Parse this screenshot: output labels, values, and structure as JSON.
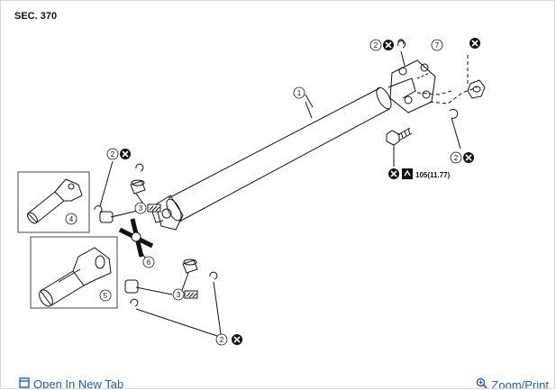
{
  "section_label": "SEC. 370",
  "callouts": {
    "c1": "1",
    "c2a": "2",
    "c2b": "2",
    "c2c": "2",
    "c2d": "2",
    "c3a": "3",
    "c3b": "3",
    "c4": "4",
    "c5": "5",
    "c6": "6",
    "c7": "7"
  },
  "torque_spec": "105(11.77)",
  "footer": {
    "open_new_tab": "Open In New Tab",
    "zoom_print": "Zoom/Print"
  },
  "icons": [
    "x-circle-icon",
    "grease-icon",
    "torque-wrench-icon",
    "open-in-new-tab-icon",
    "zoom-in-icon"
  ],
  "colors": {
    "link": "#1f5fa8",
    "line": "#111111",
    "border": "#d6d6d6"
  }
}
